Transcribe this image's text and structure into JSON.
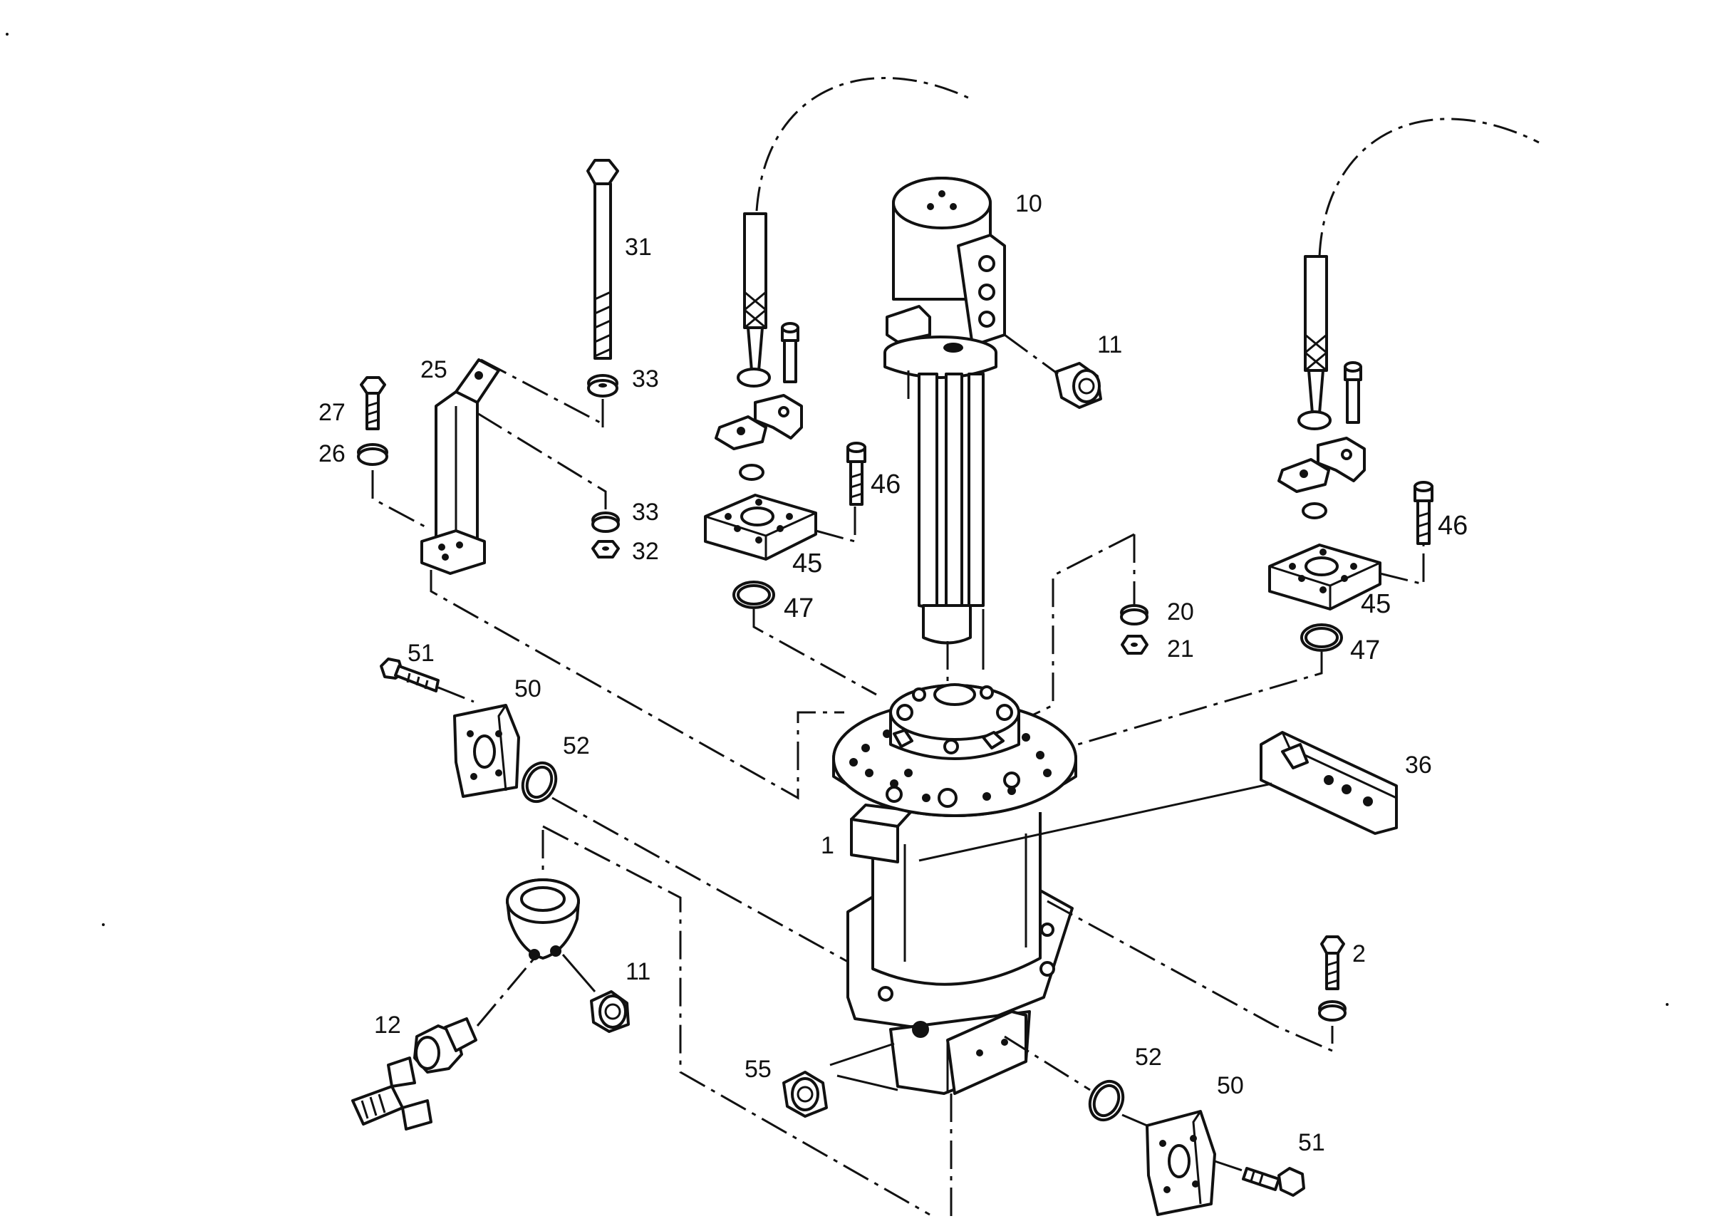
{
  "labels": {
    "l1": "1",
    "l2": "2",
    "l10": "10",
    "l11a": "11",
    "l11b": "11",
    "l12": "12",
    "l20": "20",
    "l21": "21",
    "l25": "25",
    "l26": "26",
    "l27": "27",
    "l31": "31",
    "l32": "32",
    "l33a": "33",
    "l33b": "33",
    "l36": "36",
    "l45a": "45",
    "l45b": "45",
    "l46a": "46",
    "l46b": "46",
    "l47a": "47",
    "l47b": "47",
    "l50a": "50",
    "l50b": "50",
    "l51a": "51",
    "l51b": "51",
    "l52a": "52",
    "l52b": "52",
    "l55": "55"
  }
}
